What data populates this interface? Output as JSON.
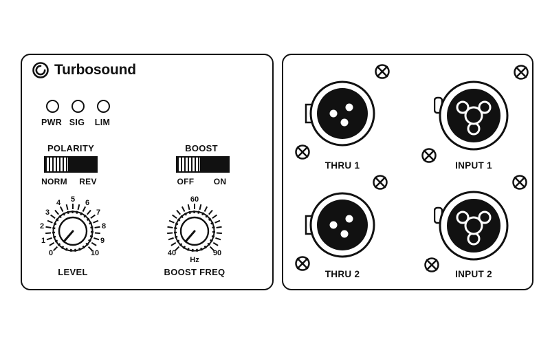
{
  "brand": {
    "name": "Turbosound"
  },
  "left_panel": {
    "leds": [
      {
        "label": "PWR"
      },
      {
        "label": "SIG"
      },
      {
        "label": "LIM"
      }
    ],
    "polarity_switch": {
      "title": "POLARITY",
      "positions": [
        "NORM",
        "REV"
      ],
      "selected": "NORM"
    },
    "boost_switch": {
      "title": "BOOST",
      "positions": [
        "OFF",
        "ON"
      ],
      "selected": "OFF"
    },
    "level_knob": {
      "title": "LEVEL",
      "scale": [
        "0",
        "1",
        "2",
        "3",
        "4",
        "5",
        "6",
        "7",
        "8",
        "9",
        "10"
      ]
    },
    "boost_freq_knob": {
      "title": "BOOST FREQ",
      "scale": [
        "40",
        "60",
        "90"
      ],
      "unit": "Hz"
    }
  },
  "right_panel": {
    "connectors": [
      {
        "label": "THRU 1",
        "type": "xlr-male-thru"
      },
      {
        "label": "INPUT 1",
        "type": "xlr-combo-input"
      },
      {
        "label": "THRU 2",
        "type": "xlr-male-thru"
      },
      {
        "label": "INPUT 2",
        "type": "xlr-combo-input"
      }
    ]
  },
  "colors": {
    "ink": "#111111",
    "panel_bg": "#ffffff"
  }
}
